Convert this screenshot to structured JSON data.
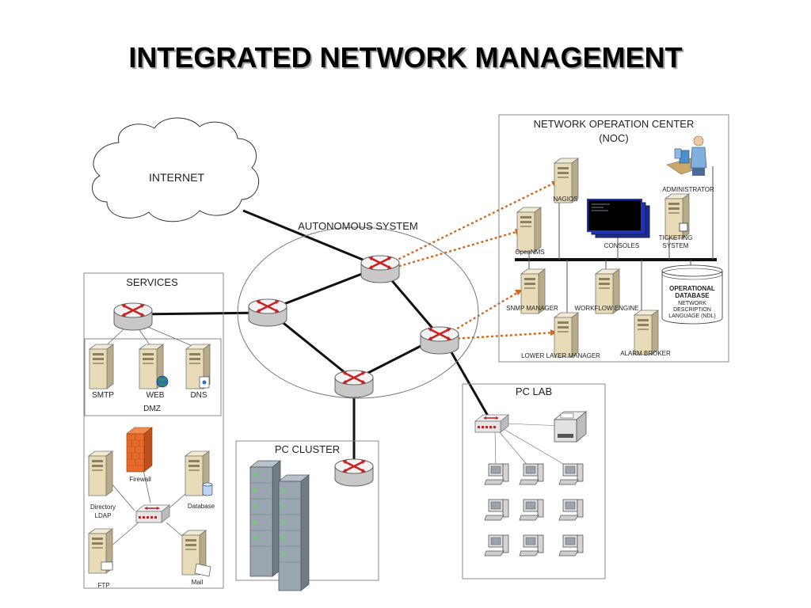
{
  "title": "INTEGRATED NETWORK MANAGEMENT",
  "internet": {
    "label": "INTERNET"
  },
  "autonomous_system": {
    "label": "AUTONOMOUS SYSTEM"
  },
  "noc": {
    "title_line1": "NETWORK OPERATION CENTER",
    "title_line2": "(NOC)",
    "nagios": "NAGIOS",
    "administrator": "ADMINISTRATOR",
    "opennms": "OpenNMS",
    "consoles": "CONSOLES",
    "ticketing_line1": "TICKETING",
    "ticketing_line2": "SYSTEM",
    "snmp_manager": "SNMP MANAGER",
    "workflow_engine": "WORKFLOW ENGINE",
    "operational_db_line1": "OPERATIONAL",
    "operational_db_line2": "DATABASE",
    "ndl_line1": "NETWORK",
    "ndl_line2": "DESCRIPTION",
    "ndl_line3": "LANGUAGE (NDL)",
    "lower_layer_manager": "LOWER LAYER MANAGER",
    "alarm_broker": "ALARM BROKER"
  },
  "services": {
    "title": "SERVICES",
    "smtp": "SMTP",
    "web": "WEB",
    "dns": "DNS",
    "dmz": "DMZ",
    "firewall": "Firewall",
    "directory_line1": "Directory",
    "directory_line2": "LDAP",
    "database": "Database",
    "ftp": "FTP",
    "mail": "Mail"
  },
  "pc_cluster": {
    "title": "PC CLUSTER"
  },
  "pc_lab": {
    "title": "PC LAB"
  },
  "colors": {
    "router_red": "#cc1f1f",
    "dotted_link": "#d2691e",
    "server_beige": "#e8dcb8"
  }
}
